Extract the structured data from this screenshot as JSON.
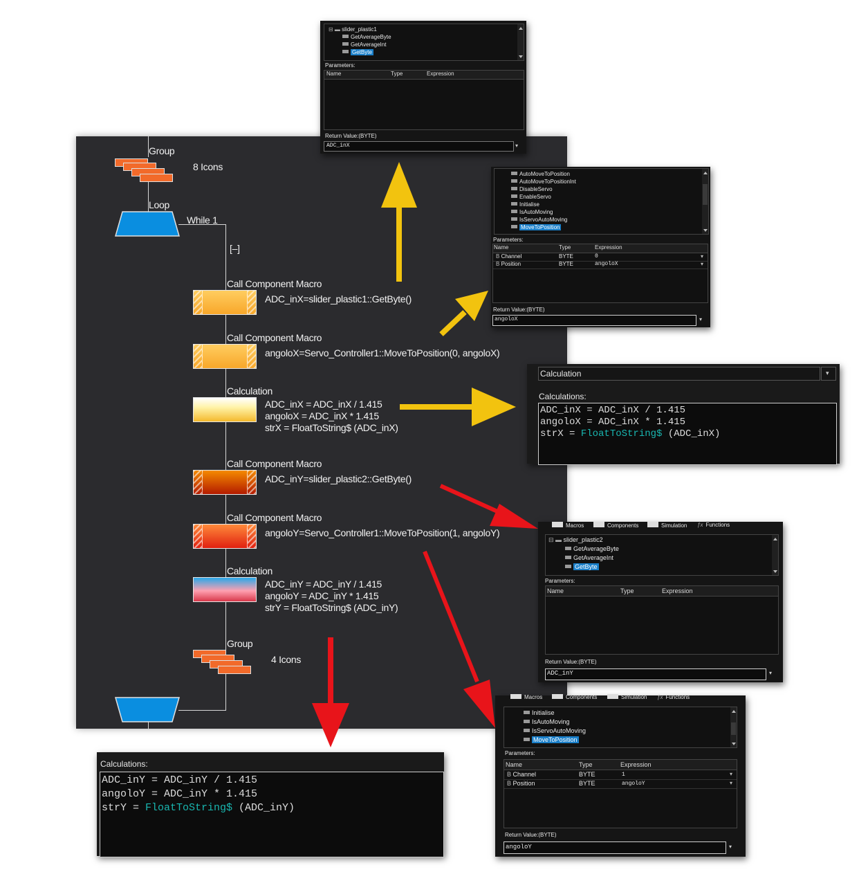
{
  "flowchart": {
    "group1": {
      "label": "Group",
      "count": "8 Icons"
    },
    "loop": {
      "label": "Loop",
      "condition": "While 1"
    },
    "collapse": "[–]",
    "step1": {
      "title": "Call Component Macro",
      "text": "ADC_inX=slider_plastic1::GetByte()"
    },
    "step2": {
      "title": "Call Component Macro",
      "text": "angoloX=Servo_Controller1::MoveToPosition(0, angoloX)"
    },
    "step3": {
      "title": "Calculation",
      "lines": [
        "ADC_inX = ADC_inX / 1.415",
        "angoloX = ADC_inX * 1.415",
        "strX = FloatToString$ (ADC_inX)"
      ]
    },
    "step4": {
      "title": "Call Component Macro",
      "text": "ADC_inY=slider_plastic2::GetByte()"
    },
    "step5": {
      "title": "Call Component Macro",
      "text": "angoloY=Servo_Controller1::MoveToPosition(1, angoloY)"
    },
    "step6": {
      "title": "Calculation",
      "lines": [
        "ADC_inY = ADC_inY / 1.415",
        "angoloY = ADC_inY * 1.415",
        "strY = FloatToString$ (ADC_inY)"
      ]
    },
    "group2": {
      "label": "Group",
      "count": "4 Icons"
    }
  },
  "dlg1": {
    "tree": [
      "slider_plastic1",
      "GetAverageByte",
      "GetAverageInt",
      "GetByte"
    ],
    "params_label": "Parameters:",
    "cols": [
      "Name",
      "Type",
      "Expression"
    ],
    "return_label": "Return Value:(BYTE)",
    "return_value": "ADC_inX"
  },
  "dlg2": {
    "tree": [
      "AutoMoveToPosition",
      "AutoMoveToPositionInt",
      "DisableServo",
      "EnableServo",
      "Initialise",
      "IsAutoMoving",
      "IsServoAutoMoving",
      "MoveToPosition"
    ],
    "params_label": "Parameters:",
    "cols": [
      "Name",
      "Type",
      "Expression"
    ],
    "rows": [
      {
        "name": "Channel",
        "type": "BYTE",
        "expr": "0"
      },
      {
        "name": "Position",
        "type": "BYTE",
        "expr": "angoloX"
      }
    ],
    "return_label": "Return Value:(BYTE)",
    "return_value": "angoloX"
  },
  "calc1": {
    "dropdown": "Calculation",
    "label": "Calculations:",
    "lines": [
      {
        "pre": "ADC_inX = ADC_inX / 1.415",
        "fn": "",
        "post": ""
      },
      {
        "pre": "angoloX = ADC_inX * 1.415",
        "fn": "",
        "post": ""
      },
      {
        "pre": "strX = ",
        "fn": "FloatToString$",
        "post": " (ADC_inX)"
      }
    ]
  },
  "dlg3": {
    "tabs": [
      "Macros",
      "Components",
      "Simulation",
      "Functions"
    ],
    "tree": [
      "slider_plastic2",
      "GetAverageByte",
      "GetAverageInt",
      "GetByte"
    ],
    "params_label": "Parameters:",
    "cols": [
      "Name",
      "Type",
      "Expression"
    ],
    "return_label": "Return Value:(BYTE)",
    "return_value": "ADC_inY"
  },
  "dlg4": {
    "tabs": [
      "Macros",
      "Components",
      "Simulation",
      "Functions"
    ],
    "tree": [
      "Initialise",
      "IsAutoMoving",
      "IsServoAutoMoving",
      "MoveToPosition"
    ],
    "params_label": "Parameters:",
    "cols": [
      "Name",
      "Type",
      "Expression"
    ],
    "rows": [
      {
        "name": "Channel",
        "type": "BYTE",
        "expr": "1"
      },
      {
        "name": "Position",
        "type": "BYTE",
        "expr": "angoloY"
      }
    ],
    "return_label": "Return Value:(BYTE)",
    "return_value": "angoloY"
  },
  "calc2": {
    "label": "Calculations:",
    "lines": [
      {
        "pre": "ADC_inY = ADC_inY / 1.415",
        "fn": "",
        "post": ""
      },
      {
        "pre": "angoloY = ADC_inY * 1.415",
        "fn": "",
        "post": ""
      },
      {
        "pre": "strY = ",
        "fn": "FloatToString$",
        "post": " (ADC_inY)"
      }
    ]
  },
  "colors": {
    "yellow_arrow": "#f2c30f",
    "red_arrow": "#e8141a",
    "selection": "#1a7fc9",
    "code_function": "#19b6b0"
  }
}
